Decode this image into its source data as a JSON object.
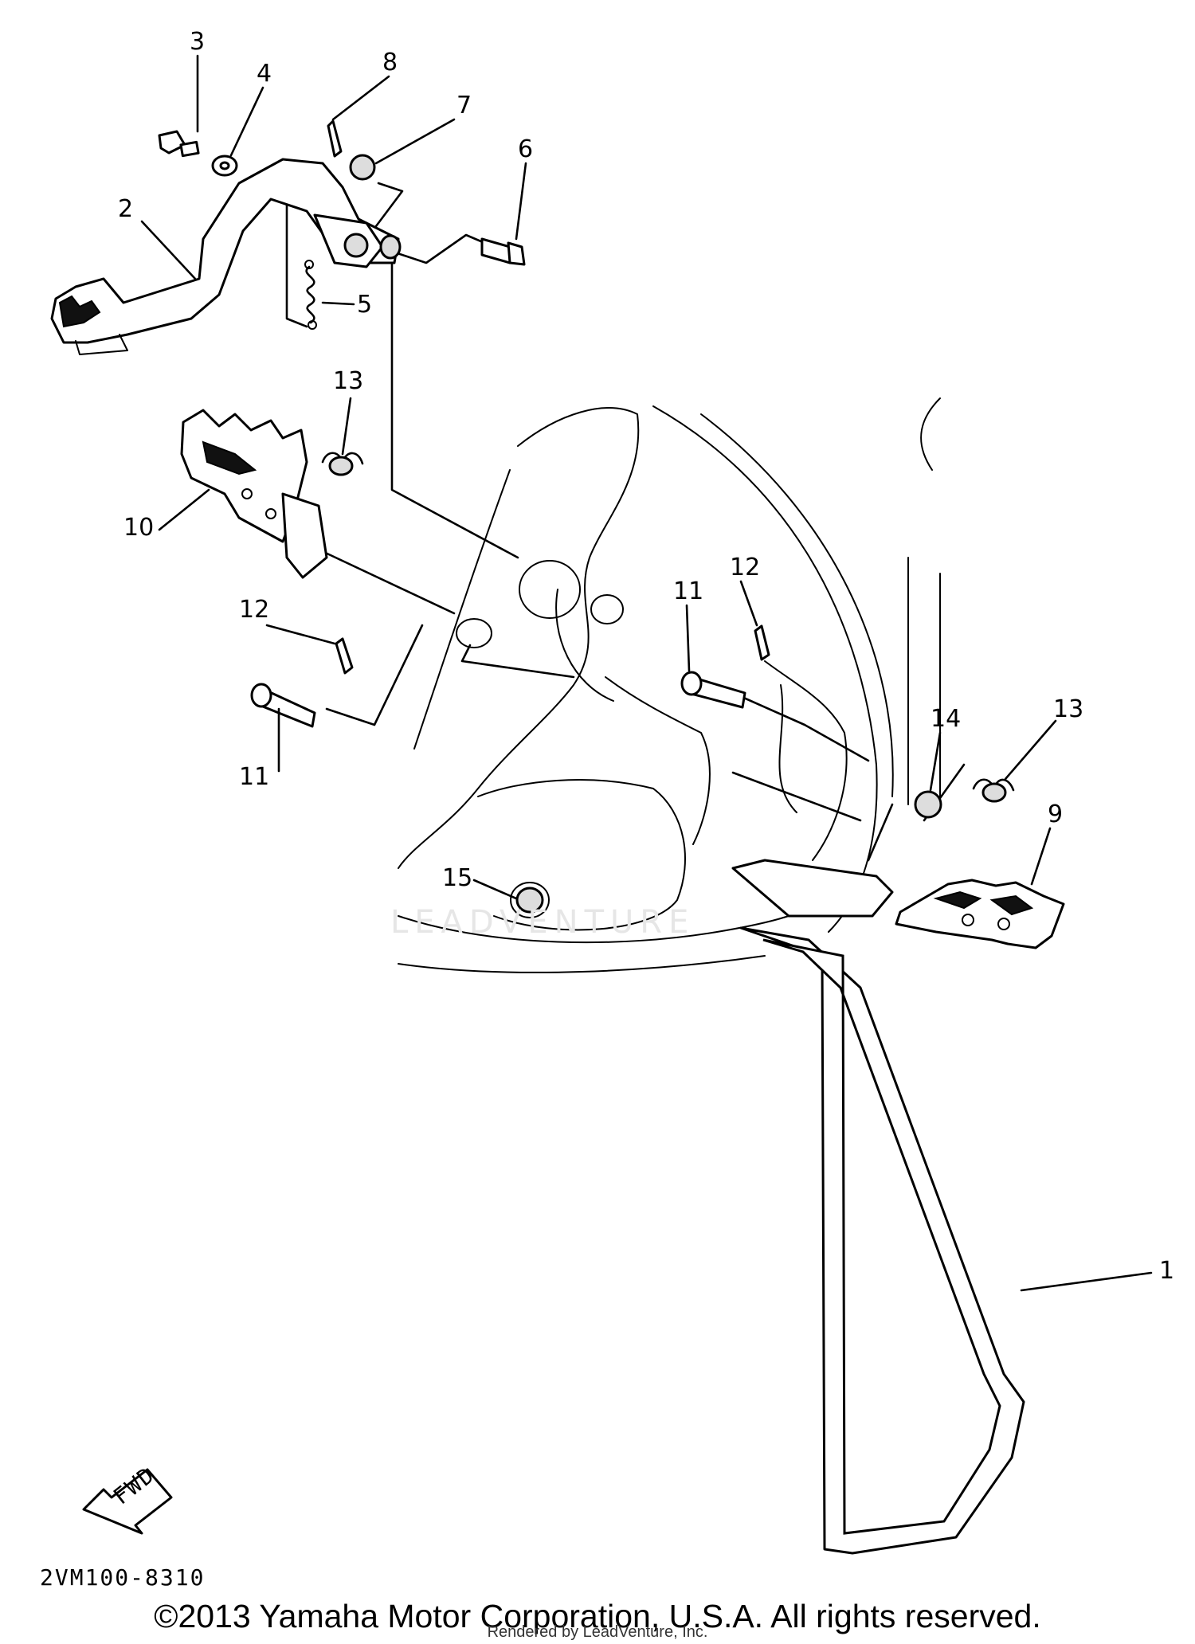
{
  "callouts": [
    "1",
    "2",
    "3",
    "4",
    "5",
    "6",
    "7",
    "8",
    "9",
    "10",
    "11",
    "11",
    "12",
    "12",
    "13",
    "13",
    "14",
    "15"
  ],
  "fwd_label": "FWD",
  "diagram_code": "2VM100-8310",
  "watermark": "LEADVENTURE",
  "copyright": "©2013 Yamaha Motor Corporation, U.S.A. All rights reserved.",
  "rendered_by": "Rendered by LeadVenture, Inc."
}
